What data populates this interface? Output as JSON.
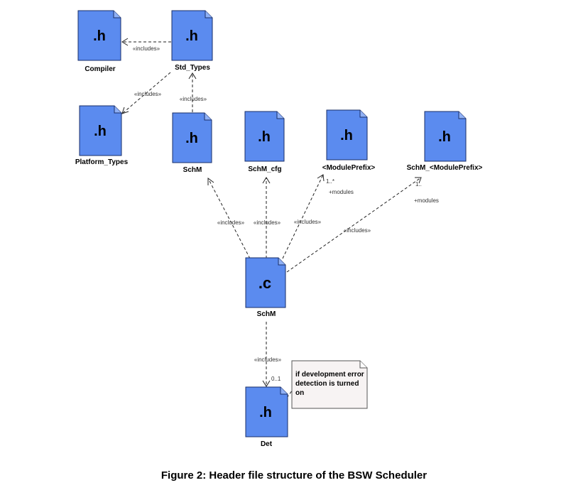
{
  "files": {
    "compiler": {
      "ext": ".h",
      "name": "Compiler"
    },
    "std_types": {
      "ext": ".h",
      "name": "Std_Types"
    },
    "platform_types": {
      "ext": ".h",
      "name": "Platform_Types"
    },
    "schm_h": {
      "ext": ".h",
      "name": "SchM"
    },
    "schm_cfg": {
      "ext": ".h",
      "name": "SchM_cfg"
    },
    "module_prefix": {
      "ext": ".h",
      "name": "<ModulePrefix>"
    },
    "schm_module_prefix": {
      "ext": ".h",
      "name": "SchM_<ModulePrefix>"
    },
    "schm_c": {
      "ext": ".c",
      "name": "SchM"
    },
    "det": {
      "ext": ".h",
      "name": "Det"
    }
  },
  "relations": {
    "includes": "«includes»",
    "modules": "+modules",
    "mult_module_prefix": "1..*",
    "mult_schm_module_prefix": "1..",
    "mult_det": "0..1"
  },
  "note": "if development error detection is turned on",
  "caption": "Figure 2: Header file structure of the BSW Scheduler",
  "colors": {
    "file_fill": "#5b8bef",
    "file_stroke": "#1a2f6a",
    "note_fill": "#f7f3f3"
  }
}
